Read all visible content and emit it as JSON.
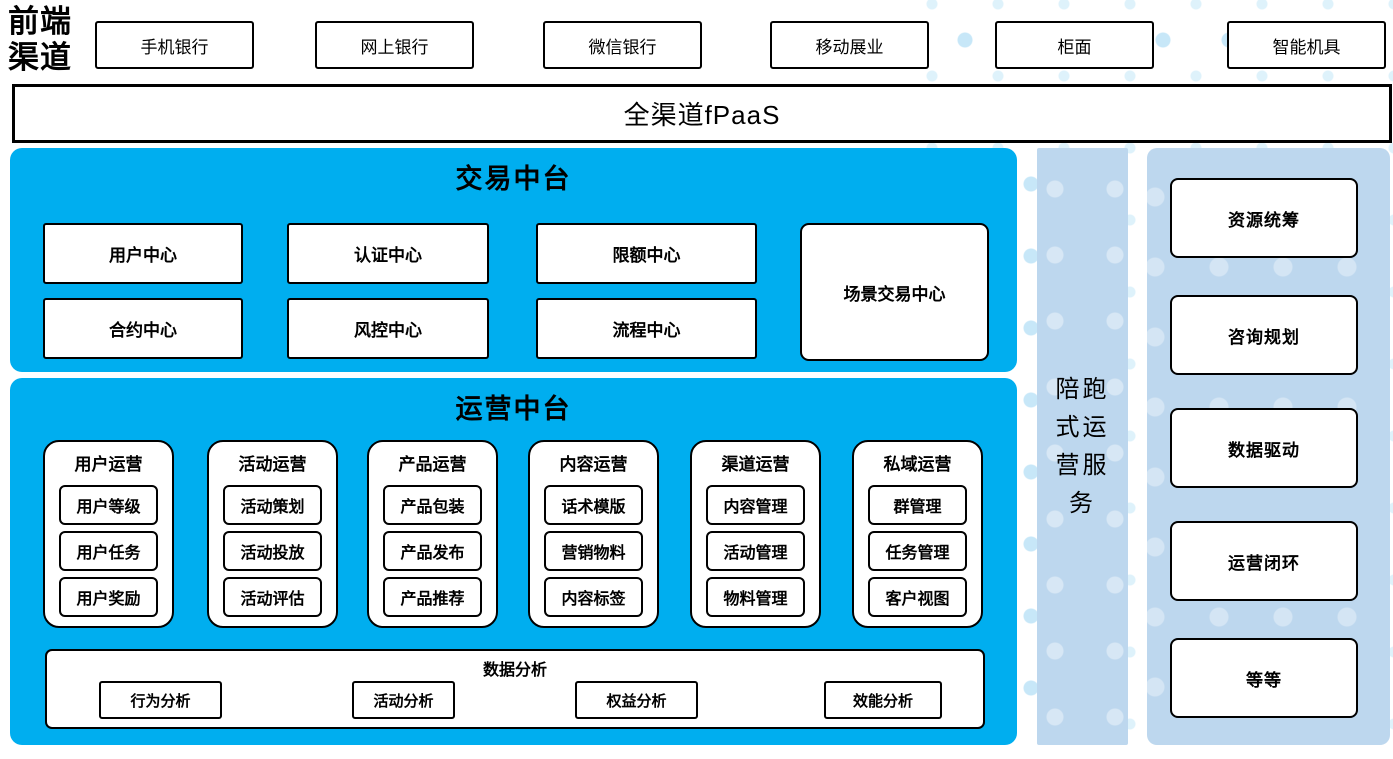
{
  "front_channels": {
    "label": "前端渠道",
    "items": [
      "手机银行",
      "网上银行",
      "微信银行",
      "移动展业",
      "柜面",
      "智能机具"
    ]
  },
  "fpaas": {
    "label": "全渠道fPaaS"
  },
  "trade_platform": {
    "title": "交易中台",
    "row1": [
      "用户中心",
      "认证中心",
      "限额中心"
    ],
    "row2": [
      "合约中心",
      "风控中心",
      "流程中心"
    ],
    "tall_box": "场景交易中心"
  },
  "operation_platform": {
    "title": "运营中台",
    "columns": [
      {
        "header": "用户运营",
        "items": [
          "用户等级",
          "用户任务",
          "用户奖励"
        ]
      },
      {
        "header": "活动运营",
        "items": [
          "活动策划",
          "活动投放",
          "活动评估"
        ]
      },
      {
        "header": "产品运营",
        "items": [
          "产品包装",
          "产品发布",
          "产品推荐"
        ]
      },
      {
        "header": "内容运营",
        "items": [
          "话术模版",
          "营销物料",
          "内容标签"
        ]
      },
      {
        "header": "渠道运营",
        "items": [
          "内容管理",
          "活动管理",
          "物料管理"
        ]
      },
      {
        "header": "私域运营",
        "items": [
          "群管理",
          "任务管理",
          "客户视图"
        ]
      }
    ],
    "analysis": {
      "title": "数据分析",
      "items": [
        "行为分析",
        "活动分析",
        "权益分析",
        "效能分析"
      ]
    }
  },
  "side_strip": {
    "label": "陪跑式运营服务"
  },
  "right_panel": {
    "items": [
      "资源统筹",
      "咨询规划",
      "数据驱动",
      "运营闭环",
      "等等"
    ]
  },
  "colors": {
    "accent_blue": "#00aeef",
    "light_blue": "#bdd7ee",
    "dot_blue": "#c7e7f8"
  }
}
